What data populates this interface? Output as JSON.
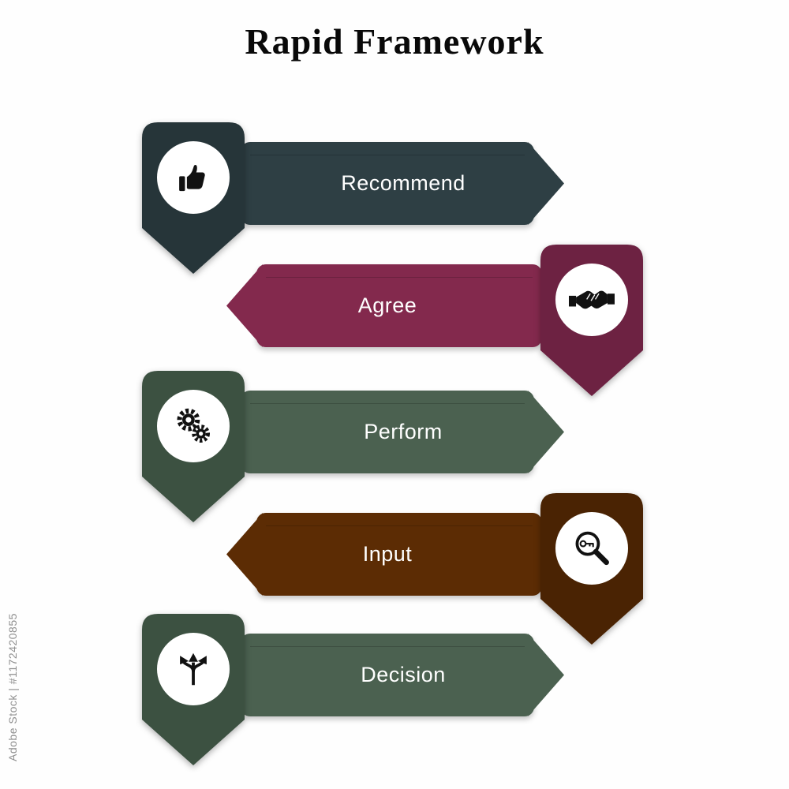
{
  "title": "Rapid Framework",
  "watermark": "Adobe Stock | #1172420855",
  "steps": [
    {
      "label": "Recommend",
      "icon": "thumbs-up-icon",
      "banner_color": "#2e3f44",
      "badge_color": "#263539",
      "badge_side": "left"
    },
    {
      "label": "Agree",
      "icon": "handshake-icon",
      "banner_color": "#83294d",
      "badge_color": "#6d2242",
      "badge_side": "right"
    },
    {
      "label": "Perform",
      "icon": "gears-icon",
      "banner_color": "#4b6150",
      "badge_color": "#3c5141",
      "badge_side": "left"
    },
    {
      "label": "Input",
      "icon": "magnifier-key-icon",
      "banner_color": "#5c2c04",
      "badge_color": "#4a2303",
      "badge_side": "right"
    },
    {
      "label": "Decision",
      "icon": "split-arrows-icon",
      "banner_color": "#4b6150",
      "badge_color": "#3c5141",
      "badge_side": "left"
    }
  ],
  "text_color": "#ffffff",
  "icon_color": "#111111",
  "background_color": "#fefefe"
}
